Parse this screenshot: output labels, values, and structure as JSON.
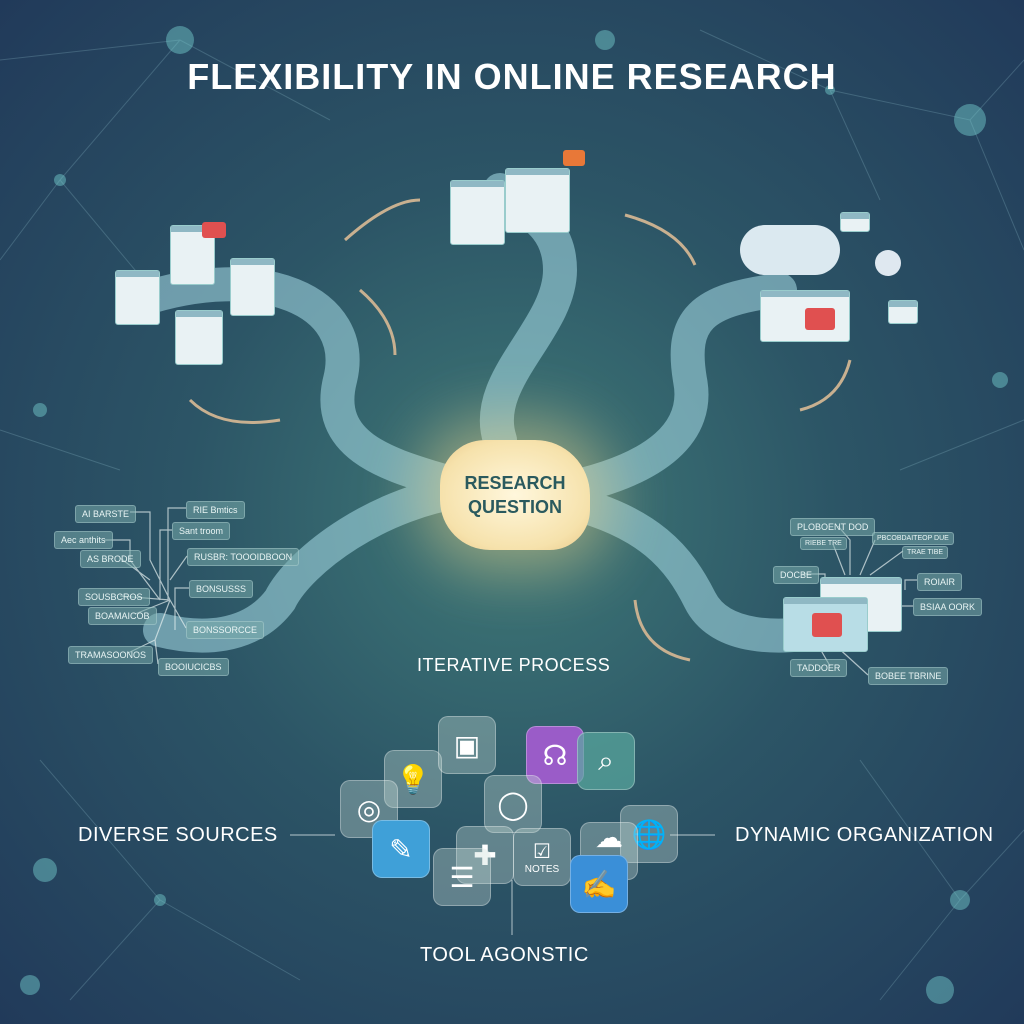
{
  "title": "FLEXIBILITY IN ONLINE RESEARCH",
  "center": {
    "label": "RESEARCH QUESTION"
  },
  "labels": {
    "iterative": "ITERATIVE PROCESS",
    "diverse": "DIVERSE SOURCES",
    "dynamic": "DYNAMIC ORGANIZATION",
    "tool": "TOOL AGONSTIC"
  },
  "left_tags": [
    "AI BARSTE",
    "Aec anthits",
    "AS BRODE",
    "RIE Bmtics",
    "Sant troom",
    "RUSBR: TOOOIDBOON",
    "BONSUSSS",
    "SOUSBCROS",
    "BOAMAICOB",
    "BONSSORCCE",
    "TRAMASOONOS",
    "BOOIUCICBS"
  ],
  "right_tags": [
    "PLOBOENT DOD",
    "RIEBE TRE",
    "PBCOBDAITEOP DUE",
    "TRAE TIBE",
    "DOCBE",
    "ROIAIR",
    "BSIAA OORK",
    "TADDOER",
    "BOBEE TBRINE"
  ],
  "tools": {
    "notes_label": "NOTES"
  },
  "colors": {
    "accent": "#f4e2a8",
    "road": "#a8dde8",
    "youtube": "#e05050",
    "purple": "#9a5cc8",
    "blue": "#3a8fd8"
  }
}
